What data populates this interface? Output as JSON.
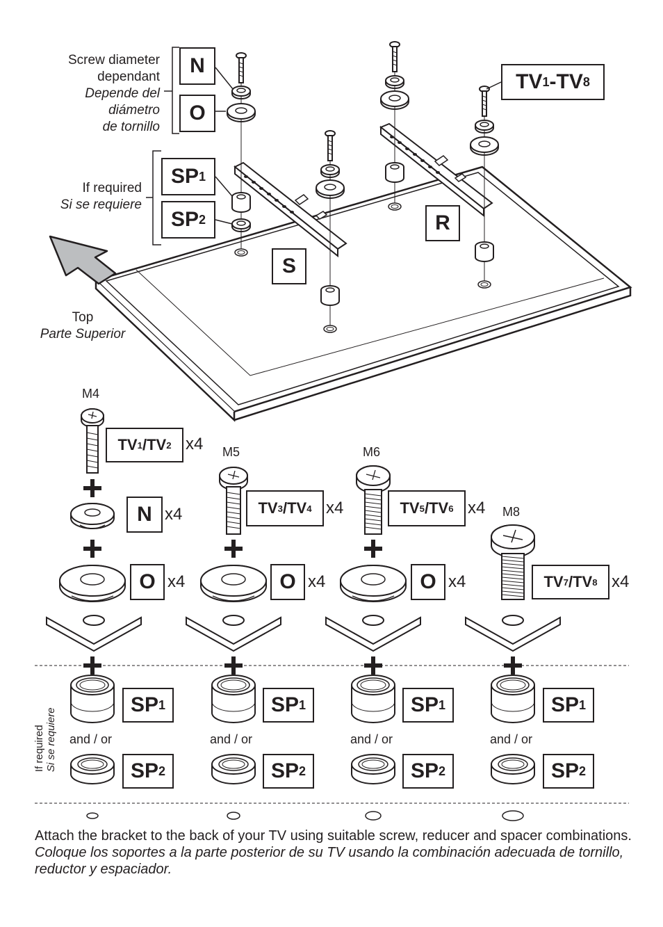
{
  "top_section": {
    "screw_dependant": {
      "en_line1": "Screw diameter",
      "en_line2": "dependant",
      "es_line1": "Depende del",
      "es_line2": "diámetro",
      "es_line3": "de tornillo"
    },
    "if_required": {
      "en": "If required",
      "es": "Si se requiere"
    },
    "top_label": {
      "en": "Top",
      "es": "Parte Superior"
    },
    "labels": {
      "n": "N",
      "o": "O",
      "sp1_main": "SP",
      "sp1_sub": "1",
      "sp2_main": "SP",
      "sp2_sub": "2",
      "s": "S",
      "r": "R",
      "tv_range_a": "TV",
      "tv_range_a_sub": "1",
      "tv_range_dash": "-",
      "tv_range_b": "TV",
      "tv_range_b_sub": "8"
    }
  },
  "hardware_columns": [
    {
      "size": "M4",
      "tv_a": "TV",
      "tv_a_sub": "1",
      "sep": "/",
      "tv_b": "TV",
      "tv_b_sub": "2",
      "screw_qty": "x4"
    },
    {
      "size": "M5",
      "tv_a": "TV",
      "tv_a_sub": "3",
      "sep": "/",
      "tv_b": "TV",
      "tv_b_sub": "4",
      "screw_qty": "x4"
    },
    {
      "size": "M6",
      "tv_a": "TV",
      "tv_a_sub": "5",
      "sep": "/",
      "tv_b": "TV",
      "tv_b_sub": "6",
      "screw_qty": "x4"
    },
    {
      "size": "M8",
      "tv_a": "TV",
      "tv_a_sub": "7",
      "sep": "/",
      "tv_b": "TV",
      "tv_b_sub": "8",
      "screw_qty": "x4"
    }
  ],
  "washers": {
    "n_label": "N",
    "n_qty": "x4",
    "o_label": "O",
    "o_qty": "x4"
  },
  "spacers": {
    "sp1_main": "SP",
    "sp1_sub": "1",
    "sp2_main": "SP",
    "sp2_sub": "2",
    "and_or": "and / or",
    "if_required_en": "If required",
    "if_required_es": "Si se requiere"
  },
  "footer": {
    "en": "Attach the bracket to the back of your TV using suitable screw, reducer and spacer combinations.",
    "es": "Coloque los soportes a la parte posterior de su TV usando la combinación adecuada de tornillo, reductor y espaciador."
  }
}
